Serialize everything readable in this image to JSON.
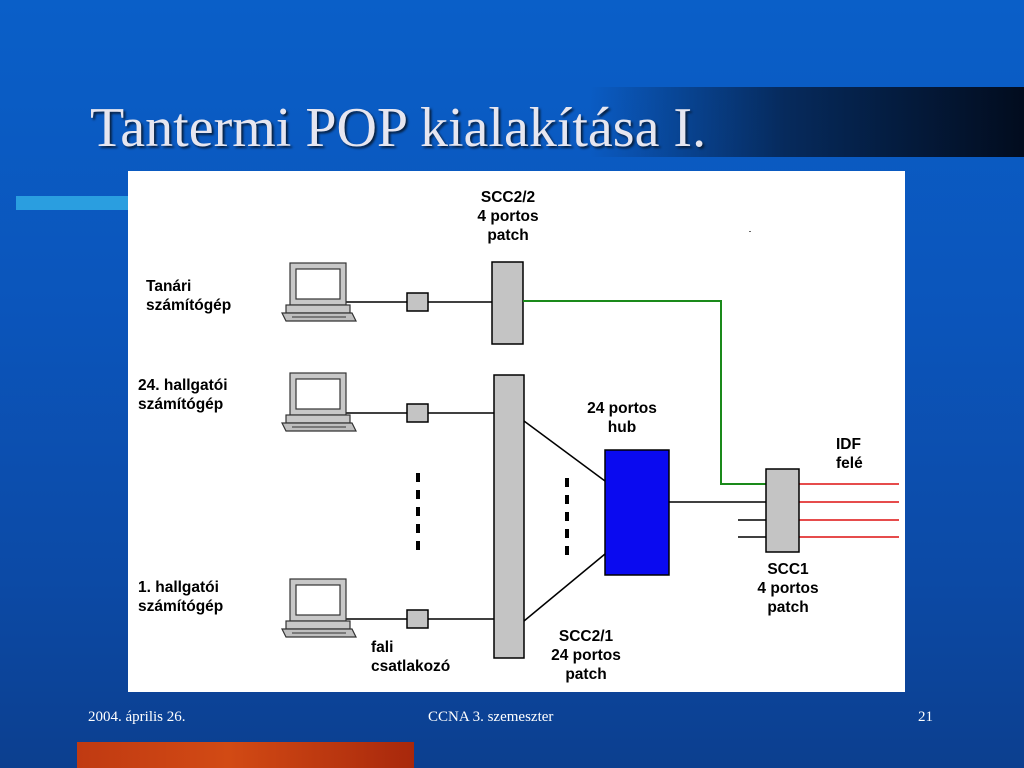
{
  "slide": {
    "title": "Tantermi POP kialakítása I.",
    "footer": {
      "date": "2004. április 26.",
      "course": "CCNA 3. szemeszter",
      "page_number": "21"
    }
  },
  "diagram": {
    "computers": {
      "teacher": "Tanári\nszámítógép",
      "student_24": "24. hallgatói\nszámítógép",
      "student_1": "1. hallgatói\nszámítógép"
    },
    "wall_outlet": "fali\ncsatlakozó",
    "scc2_2": "SCC2/2\n4 portos\npatch",
    "scc2_1": "SCC2/1\n24 portos\npatch",
    "hub": "24 portos\nhub",
    "scc1": "SCC1\n4 portos\npatch",
    "idf": "IDF\nfelé",
    "colors": {
      "uplink_green": "#1a8a1a",
      "idf_red": "#dd1111",
      "hub_blue": "#0a0af0",
      "patch_gray": "#c4c4c4"
    }
  }
}
